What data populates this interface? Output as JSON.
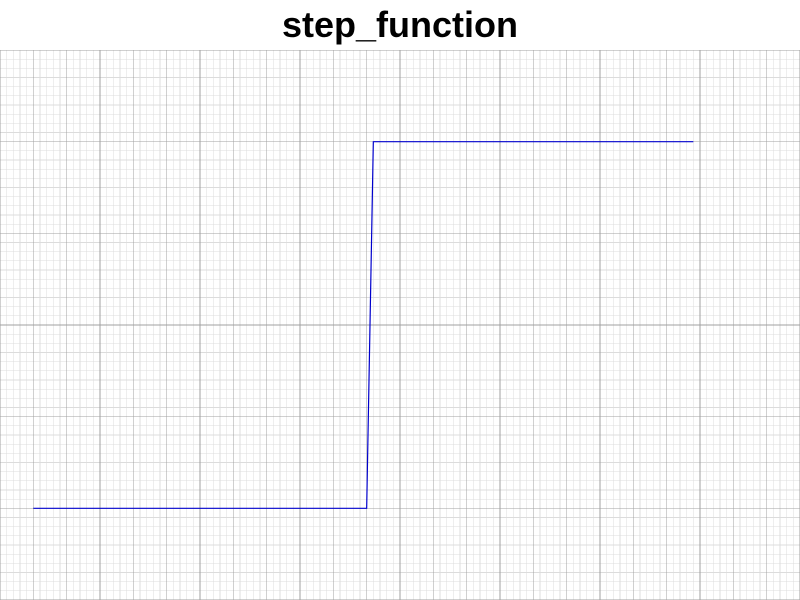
{
  "chart_data": {
    "type": "line",
    "title": "step_function",
    "xlabel": "",
    "ylabel": "",
    "xlim": [
      -5.5,
      6.5
    ],
    "ylim": [
      -1.5,
      1.5
    ],
    "grid": true,
    "series": [
      {
        "color": "#0000cc",
        "x": [
          -5,
          0,
          0.1,
          4.9
        ],
        "y": [
          -1,
          -1,
          1,
          1
        ]
      }
    ]
  },
  "colors": {
    "major_grid": "#a0a0a0",
    "minor_grid": "#dcdcdc",
    "line": "#0000cc"
  }
}
